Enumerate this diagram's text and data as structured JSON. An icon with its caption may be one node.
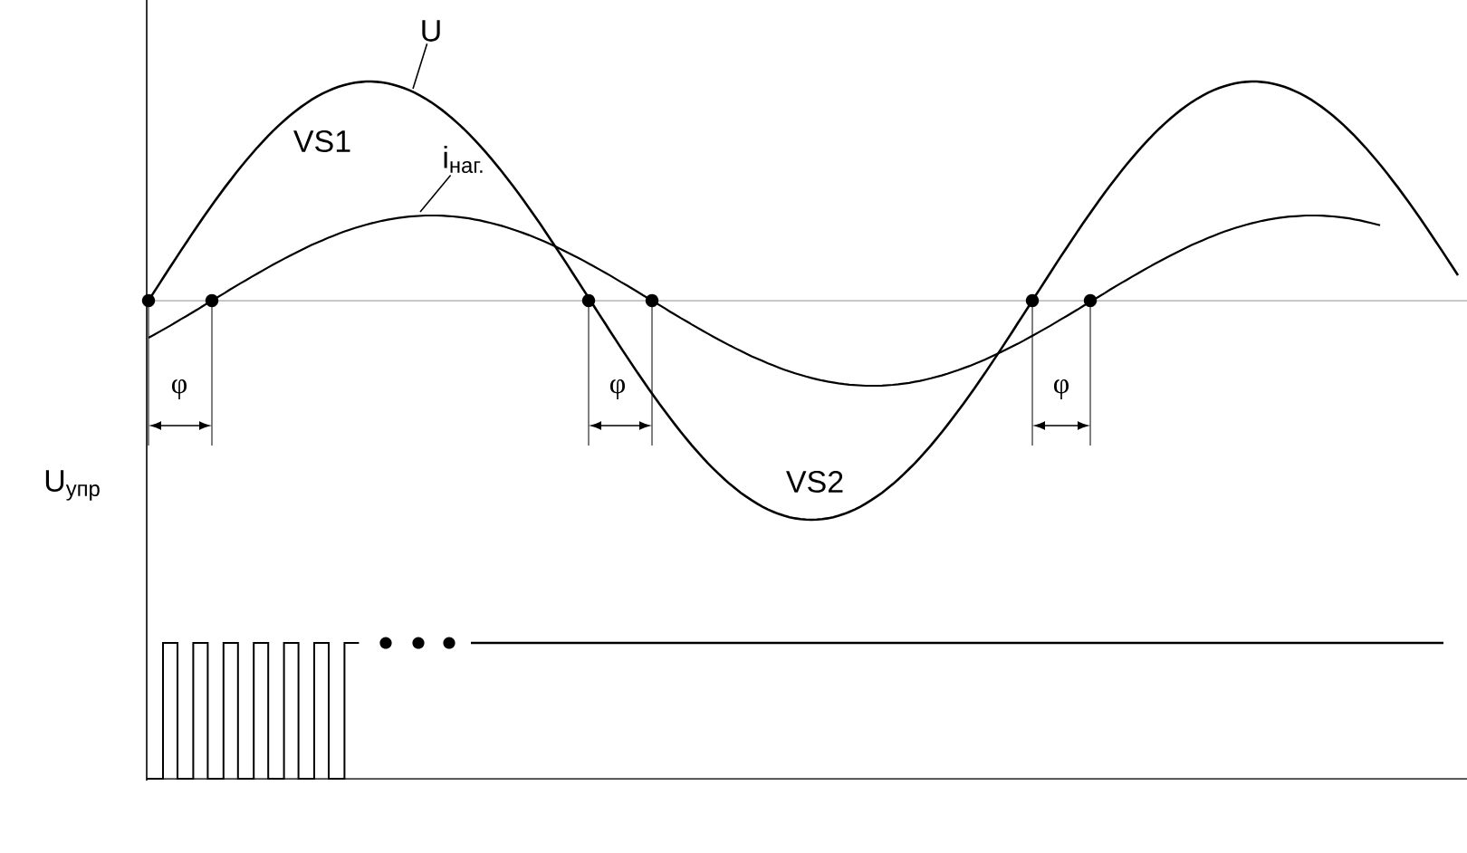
{
  "diagram": {
    "nodes": [
      {
        "text": [
          "U"
        ]
      },
      {
        "text": [
          "i$_{наг.}$"
        ]
      }
    ],
    "edges": [
      {
        "from": 0,
        "to": null,
        "arrow": "none"
      },
      {
        "from": 1,
        "to": null,
        "arrow": "none"
      }
    ],
    "labels": [
      "VS1",
      "φ",
      "φ",
      "φ",
      "VS2",
      "U$_{упр}$"
    ]
  }
}
